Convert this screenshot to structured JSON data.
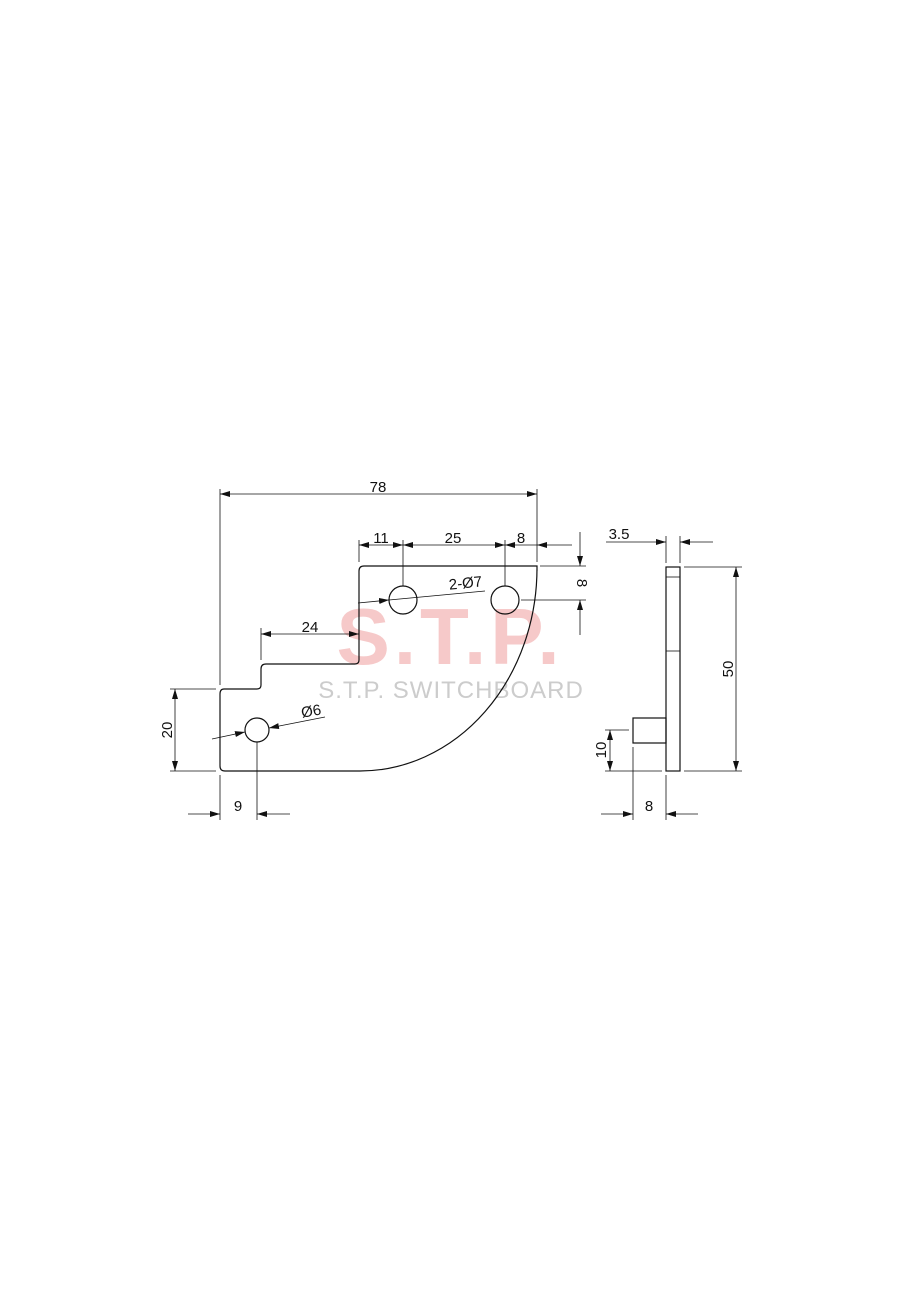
{
  "colors": {
    "line": "#111111",
    "watermark": "#f6c9c9",
    "watermark_text": "#cccccc"
  },
  "watermark": {
    "logo_text": "S.T.P.",
    "company": "S.T.P. SWITCHBOARD"
  },
  "front_view": {
    "dimensions": {
      "overall_width": "78",
      "hole_offset_left": "11",
      "hole_pitch": "25",
      "hole_offset_right": "8",
      "hole_offset_top": "8",
      "step_length": "24",
      "lower_height": "20",
      "small_hole_offset": "9"
    },
    "callouts": {
      "upper_holes": "2-Ø7",
      "lower_hole": "Ø6"
    }
  },
  "side_view": {
    "dimensions": {
      "thickness": "3.5",
      "height": "50",
      "boss_height": "10",
      "boss_depth": "8"
    }
  }
}
